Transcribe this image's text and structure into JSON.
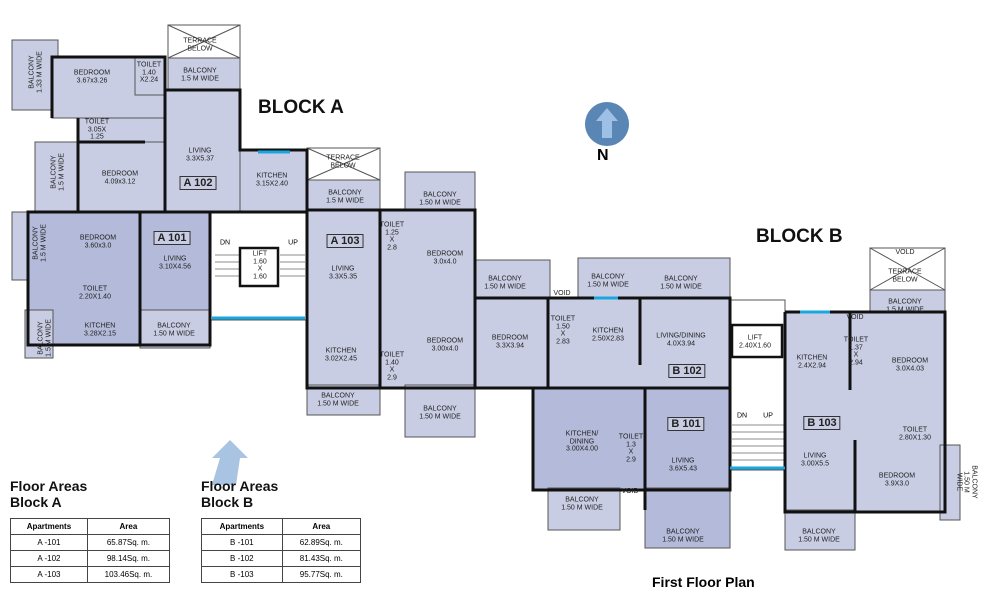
{
  "plan": {
    "title": "First Floor Plan",
    "block_a_title": "BLOCK A",
    "block_b_title": "BLOCK B",
    "north": "N",
    "tags": [
      "A 102",
      "A 101",
      "A 103",
      "B 102",
      "B 101",
      "B 103"
    ],
    "stairs": {
      "dn": "DN",
      "up": "UP"
    },
    "rooms": [
      "BALCONY\n1.33 M WIDE",
      "BEDROOM\n3.67x3.26",
      "TOILET\n1.40\nX2.24",
      "TERRACE\nBELOW",
      "BALCONY\n1.5 M WIDE",
      "TOILET\n3.05X\n1.25",
      "LIVING\n3.3X5.37",
      "KITCHEN\n3.15X2.40",
      "BALCONY\n1.5 M WIDE",
      "BEDROOM\n4.09x3.12",
      "BALCONY\n1.5 M WIDE",
      "BEDROOM\n3.60x3.0",
      "LIVING\n3.10X4.56",
      "LIFT\n1.60\nX\n1.60",
      "TOILET\n2.20X1.40",
      "KITCHEN\n3.28X2.15",
      "BALCONY\n1.5 M WIDE",
      "BALCONY\n1.50 M WIDE",
      "TERRACE\nBELOW",
      "BALCONY\n1.5 M WIDE",
      "TOILET\n1.25\nX\n2.8",
      "BALCONY\n1.50 M WIDE",
      "BEDROOM\n3.0x4.0",
      "LIVING\n3.3X5.35",
      "KITCHEN\n3.02X2.45",
      "TOILET\n1.40\nX\n2.9",
      "BEDROOM\n3.00x4.0",
      "BALCONY\n1.50 M WIDE",
      "BALCONY\n1.50 M WIDE",
      "BALCONY\n1.50 M WIDE",
      "BEDROOM\n3.3X3.94",
      "VOID",
      "TOILET\n1.50\nX\n2.83",
      "BALCONY\n1.50 M WIDE",
      "KITCHEN\n2.50X2.83",
      "BALCONY\n1.50 M WIDE",
      "LIVING/DINING\n4.0X3.94",
      "LIFT\n2.40X1.60",
      "KITCHEN/\nDINING\n3.00X4.00",
      "TOILET\n1.3\nX\n2.9",
      "VOID",
      "LIVING\n3.6X5.43",
      "BALCONY\n1.50 M WIDE",
      "BALCONY\n1.50 M WIDE",
      "KITCHEN\n2.4X2.94",
      "VOID",
      "TOILET\n1.37\nX\n2.94",
      "BEDROOM\n3.0X4.03",
      "VOLD",
      "TERRACE\nBELOW",
      "BALCONY\n1.5 M WIDE",
      "TOILET\n2.80X1.30",
      "LIVING\n3.00X5.5",
      "BEDROOM\n3.9X3.0",
      "BALCONY 1.50 M\nWIDE",
      "BALCONY\n1.50 M WIDE"
    ]
  },
  "areas": {
    "block_a": {
      "title_line1": "Floor Areas",
      "title_line2": "Block A",
      "headers": [
        "Apartments",
        "Area"
      ],
      "rows": [
        [
          "A -101",
          "65.87Sq. m."
        ],
        [
          "A -102",
          "98.14Sq. m."
        ],
        [
          "A -103",
          "103.46Sq. m."
        ]
      ]
    },
    "block_b": {
      "title_line1": "Floor Areas",
      "title_line2": "Block B",
      "headers": [
        "Apartments",
        "Area"
      ],
      "rows": [
        [
          "B -101",
          "62.89Sq. m."
        ],
        [
          "B -102",
          "81.43Sq. m."
        ],
        [
          "B -103",
          "95.77Sq. m."
        ]
      ]
    }
  },
  "colors": {
    "room": "#c9cde3",
    "room_dark": "#b4bad9",
    "wall": "#111111",
    "window": "#1aa7e0",
    "compass": "#5a86b5"
  }
}
